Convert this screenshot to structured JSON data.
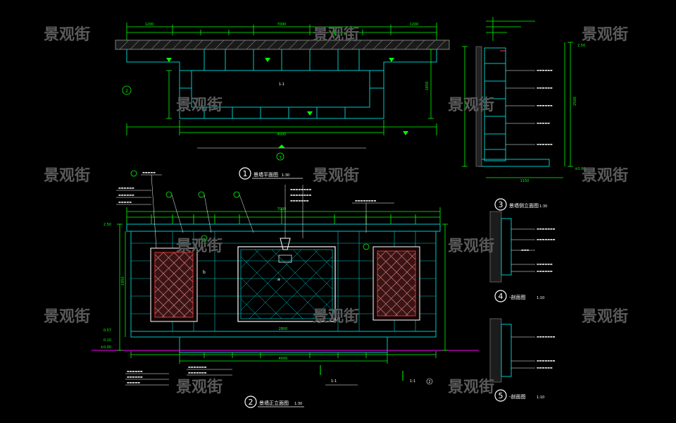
{
  "watermark": "景观街",
  "colors": {
    "background": "#000000",
    "dim": "#00ff00",
    "wall": "#00c8c8",
    "label": "#ffffff",
    "circle": "#ffffff",
    "note": "#ffff00",
    "ground": "#ff00ff",
    "mesh": "#ff3a3a"
  },
  "views": {
    "v1": {
      "number": "1",
      "title": "景墙平面图",
      "scale": "1:30"
    },
    "v2": {
      "number": "2",
      "title": "景墙正立面图",
      "scale": "1:30"
    },
    "v3": {
      "number": "3",
      "title": "景墙侧立面图",
      "scale": "1:30"
    },
    "v4": {
      "number": "4",
      "title": "-剖面图",
      "scale": "1:10"
    },
    "v5": {
      "number": "5",
      "title": "-剖面图",
      "scale": "1:10"
    }
  },
  "plan": {
    "top_total": "7000",
    "bottom_total": "4000",
    "left_dim": "1200",
    "right_dim": "1200",
    "side_dim": "1650",
    "section_tag": "2",
    "section_label": "3",
    "center_note": "1-1"
  },
  "elevation": {
    "overall": "7000",
    "bottom_total": "4000",
    "center_width": "2800",
    "panel_height": "1950",
    "level_top": "2.50",
    "level_mid": "0.57",
    "level_base": "0.10",
    "level_ground": "±0.00",
    "section_ref": "1-1",
    "section_ref_b": "1-1",
    "section_num": "2",
    "tag_a": "a",
    "tag_b": "b"
  },
  "side": {
    "total": "2500",
    "base": "±0.00",
    "level": "2.50",
    "width": "1150"
  }
}
